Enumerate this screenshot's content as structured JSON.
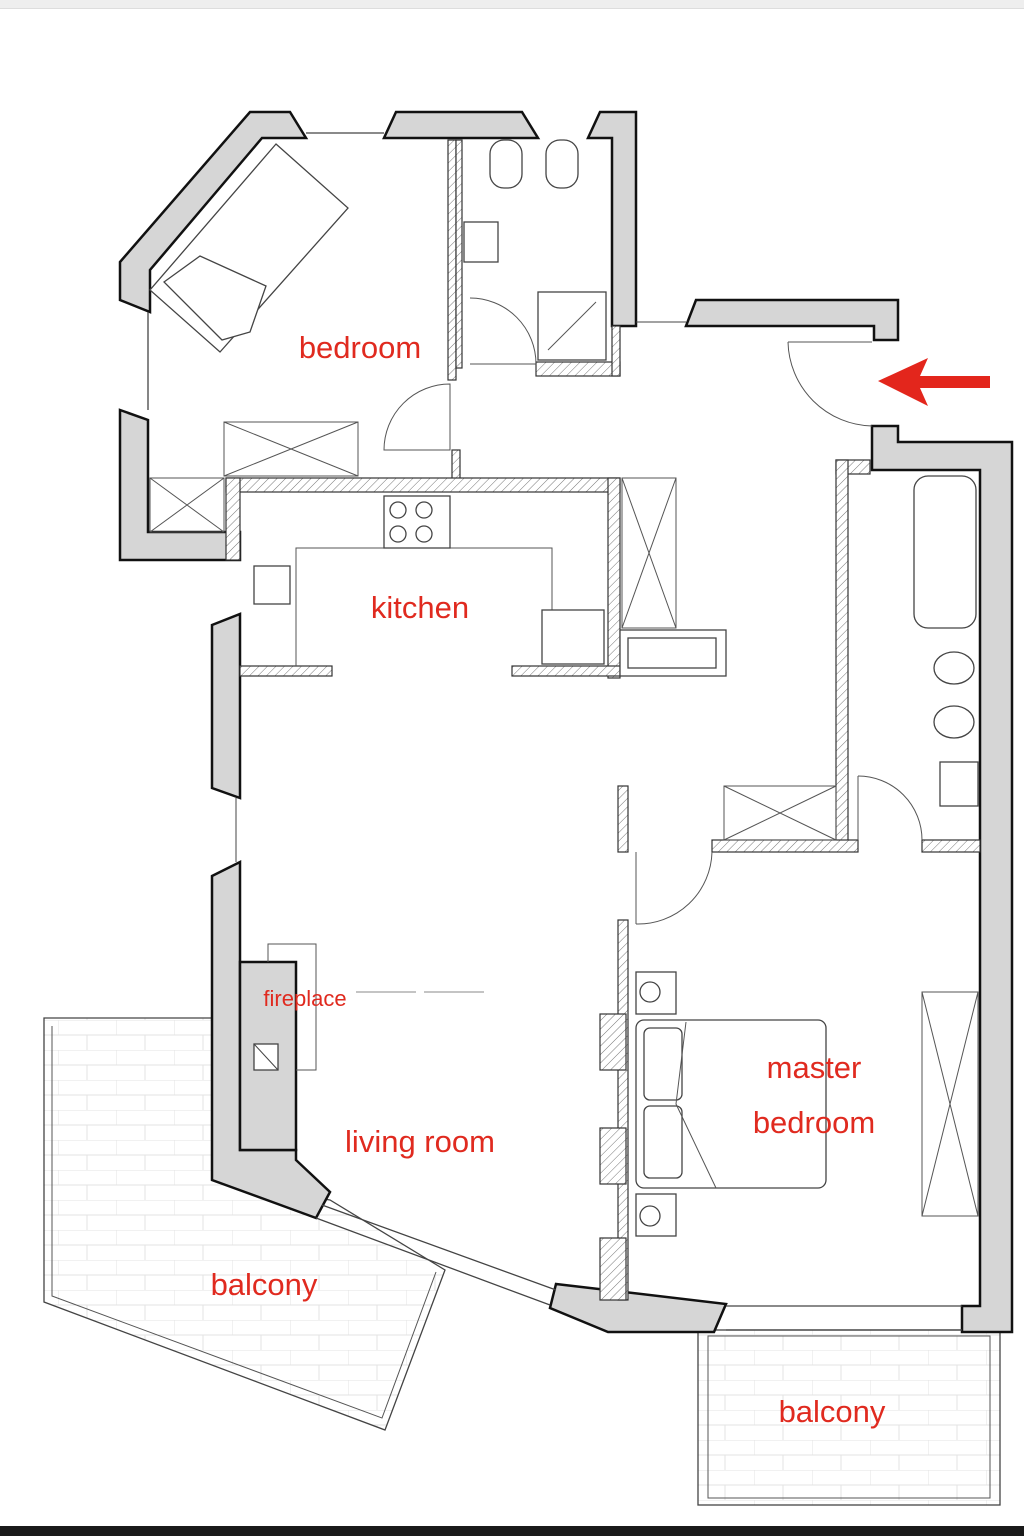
{
  "rooms": {
    "bedroom": "bedroom",
    "kitchen": "kitchen",
    "fireplace": "fireplace",
    "living_room": "living room",
    "master_bedroom_line1": "master",
    "master_bedroom_line2": "bedroom",
    "balcony_left": "balcony",
    "balcony_right": "balcony"
  },
  "entrance_marker": {
    "icon": "arrow-left-icon",
    "color": "#e3261c"
  },
  "colors": {
    "label": "#e02a1f",
    "wall": "#d6d6d6"
  }
}
